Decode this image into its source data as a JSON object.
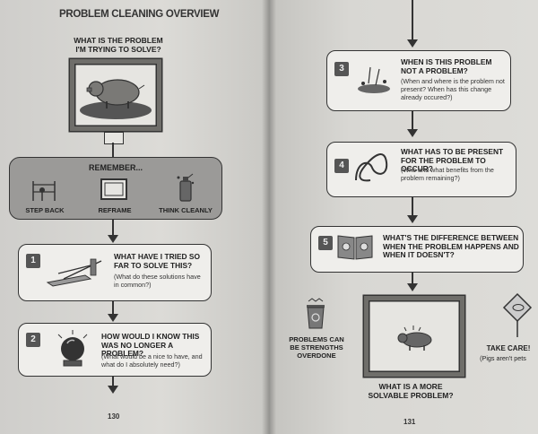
{
  "left_page": {
    "title": "PROBLEM CLEANING OVERVIEW",
    "top_question": "WHAT IS THE PROBLEM\nI'M TRYING TO SOLVE?",
    "remember": {
      "heading": "REMEMBER...",
      "items": [
        "STEP BACK",
        "REFRAME",
        "THINK CLEANLY"
      ]
    },
    "steps": [
      {
        "number": "1",
        "question": "WHAT HAVE I TRIED SO FAR TO SOLVE THIS?",
        "detail": "(What do these solutions have in common?)"
      },
      {
        "number": "2",
        "question": "HOW WOULD I KNOW THIS WAS NO LONGER A PROBLEM?",
        "detail": "(What would be a nice to have, and what do I absolutely need?)"
      }
    ],
    "page_number": "130"
  },
  "right_page": {
    "steps": [
      {
        "number": "3",
        "question": "WHEN IS THIS PROBLEM NOT A PROBLEM?",
        "detail": "(When and where is the problem not present? When has this change already occured?)"
      },
      {
        "number": "4",
        "question": "WHAT HAS TO BE PRESENT FOR THE PROBLEM TO OCCUR?",
        "detail": "(Who and what benefits from the problem remaining?)"
      },
      {
        "number": "5",
        "question": "WHAT'S THE DIFFERENCE BETWEEN WHEN THE PROBLEM HAPPENS AND WHEN IT DOESN'T?",
        "detail": ""
      }
    ],
    "side_left_caption": "PROBLEMS CAN\nBE STRENGTHS\nOVERDONE",
    "side_right_caption": "TAKE CARE!",
    "side_right_note": "(Pigs aren't pets",
    "bottom_question": "WHAT IS A MORE\nSOLVABLE PROBLEM?",
    "page_number": "131"
  },
  "colors": {
    "paper": "#d9d8d4",
    "ink": "#333333",
    "remember_panel": "#9b9a98",
    "number_badge": "#555555"
  }
}
